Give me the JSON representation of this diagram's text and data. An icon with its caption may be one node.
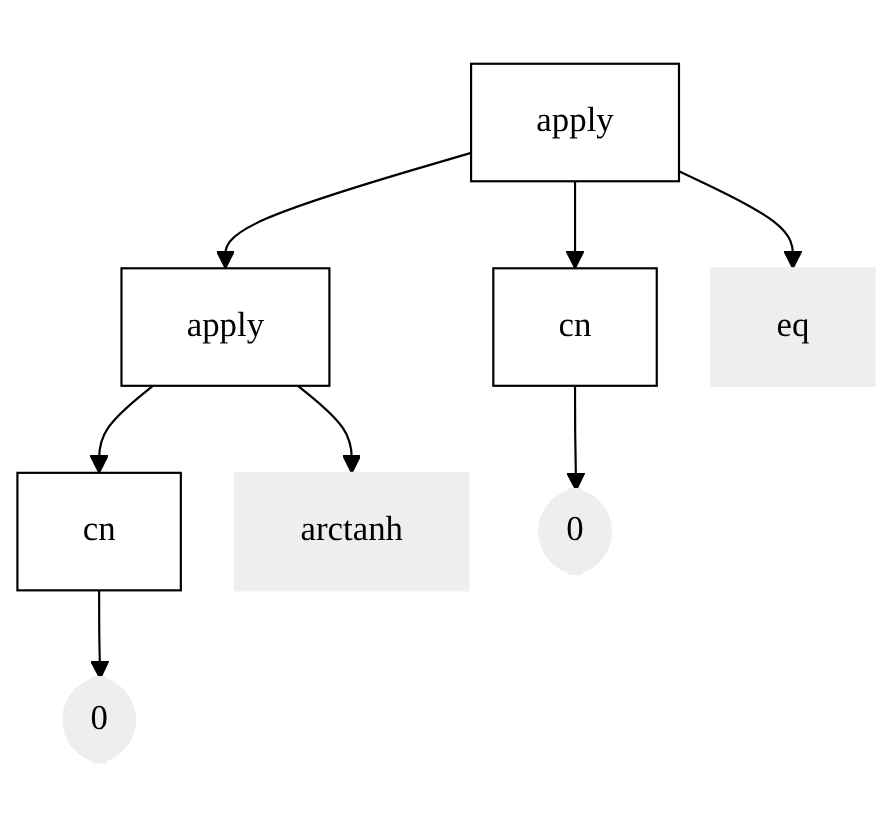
{
  "diagram": {
    "nodes": [
      {
        "text": [
          "apply"
        ]
      },
      {
        "text": [
          "apply"
        ]
      },
      {
        "text": [
          "cn"
        ]
      },
      {
        "text": [
          "cn"
        ]
      },
      {
        "text": [
          "eq"
        ]
      },
      {
        "text": [
          "arctanh"
        ]
      },
      {
        "text": [
          "0"
        ]
      },
      {
        "text": [
          "0"
        ]
      }
    ],
    "edges": [
      {
        "from": 0,
        "to": 4,
        "arrow": "to"
      },
      {
        "from": 0,
        "to": 1,
        "arrow": "to"
      },
      {
        "from": 0,
        "to": 3,
        "arrow": "to"
      },
      {
        "from": 1,
        "to": 5,
        "arrow": "to"
      },
      {
        "from": 1,
        "to": 2,
        "arrow": "to"
      },
      {
        "from": 2,
        "to": 6,
        "arrow": "to"
      },
      {
        "from": 3,
        "to": 7,
        "arrow": "to"
      }
    ]
  }
}
